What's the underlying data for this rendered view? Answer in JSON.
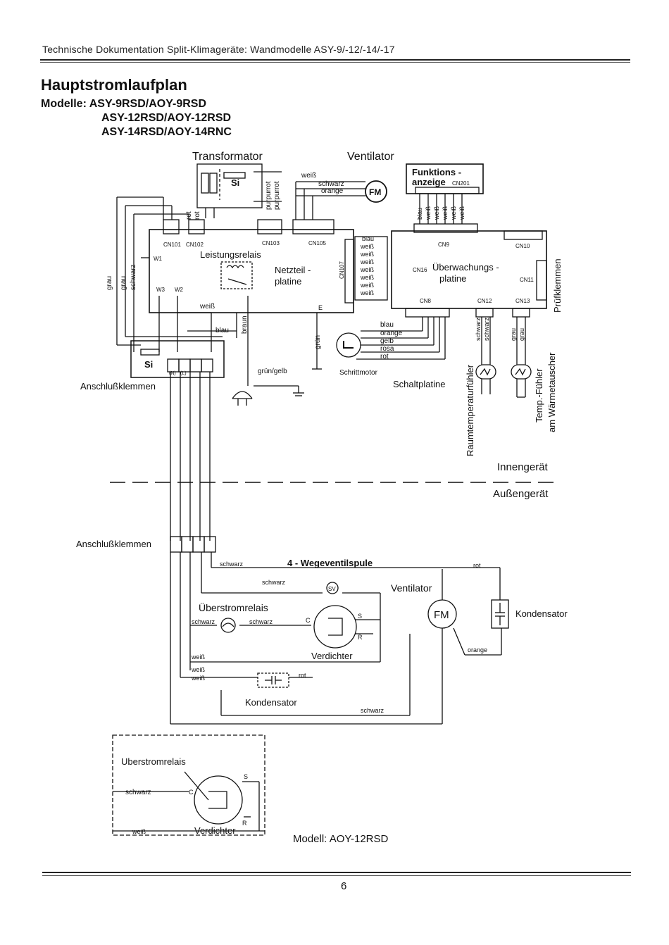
{
  "header": {
    "running_title": "Technische Dokumentation Split-Klimageräte: Wandmodelle ASY-9/-12/-14/-17"
  },
  "document": {
    "title": "Hauptstromlaufplan",
    "models_label": "Modelle:",
    "models": [
      "ASY-9RSD/AOY-9RSD",
      "ASY-12RSD/AOY-12RSD",
      "ASY-14RSD/AOY-14RNC"
    ]
  },
  "indoor": {
    "transformator": "Transformator",
    "ventilator": "Ventilator",
    "funktionsanzeige": "Funktions -\nanzeige",
    "cn201": "CN201",
    "si": "Si",
    "leistungsrelais": "Leistungsrelais",
    "netzteil_platine": "Netzteil -\nplatine",
    "ueberwachungsplatine": "Überwachungs -\nplatine",
    "fm": "FM",
    "schrittmotor": "Schrittmotor",
    "schaltplatine": "Schaltplatine",
    "anschlussklemmen": "Anschlußklemmen",
    "raumtemperaturfuehler": "Raumtemperaturfühler",
    "temp_fuehler": "Temp.-Fühler",
    "am_waermetauscher": "am Wärmetauscher",
    "pruefklemmen": "Prüfklemmen",
    "innengeraet": "Innengerät",
    "aussengeraet": "Außengerät",
    "connectors": [
      "CN101",
      "CN102",
      "CN103",
      "CN105",
      "CN107",
      "CN9",
      "CN10",
      "CN11",
      "CN12",
      "CN13",
      "CN8",
      "CN16"
    ],
    "wire_colors": {
      "weiss": "weiß",
      "schwarz": "schwarz",
      "orange": "orange",
      "rot": "rot",
      "purpurrot": "purpurrot",
      "grau": "grau",
      "blau": "blau",
      "braun": "braun",
      "gruen": "grün",
      "gruen_gelb": "grün/gelb",
      "gelb": "gelb",
      "rosa": "rosa"
    },
    "marks": {
      "w1": "W1",
      "w2": "W2",
      "w3": "W3",
      "e": "E",
      "n": "(N)",
      "l": "(L)"
    }
  },
  "outdoor": {
    "anschlussklemmen": "Anschlußklemmen",
    "wegeventilspule": "4 - Wegeventilspule",
    "sv": "SV",
    "ventilator": "Ventilator",
    "fm": "FM",
    "kondensator": "Kondensator",
    "ueberstromrelais": "Überstromrelais",
    "verdichter": "Verdichter",
    "c": "C",
    "s": "S",
    "r": "R"
  },
  "inset": {
    "ueberstromrelais": "Uberstromrelais",
    "verdichter": "Verdichter",
    "schwarz": "schwarz",
    "weiss": "weiß",
    "caption": "Modell:  AOY-12RSD"
  },
  "footer": {
    "page": "6"
  }
}
